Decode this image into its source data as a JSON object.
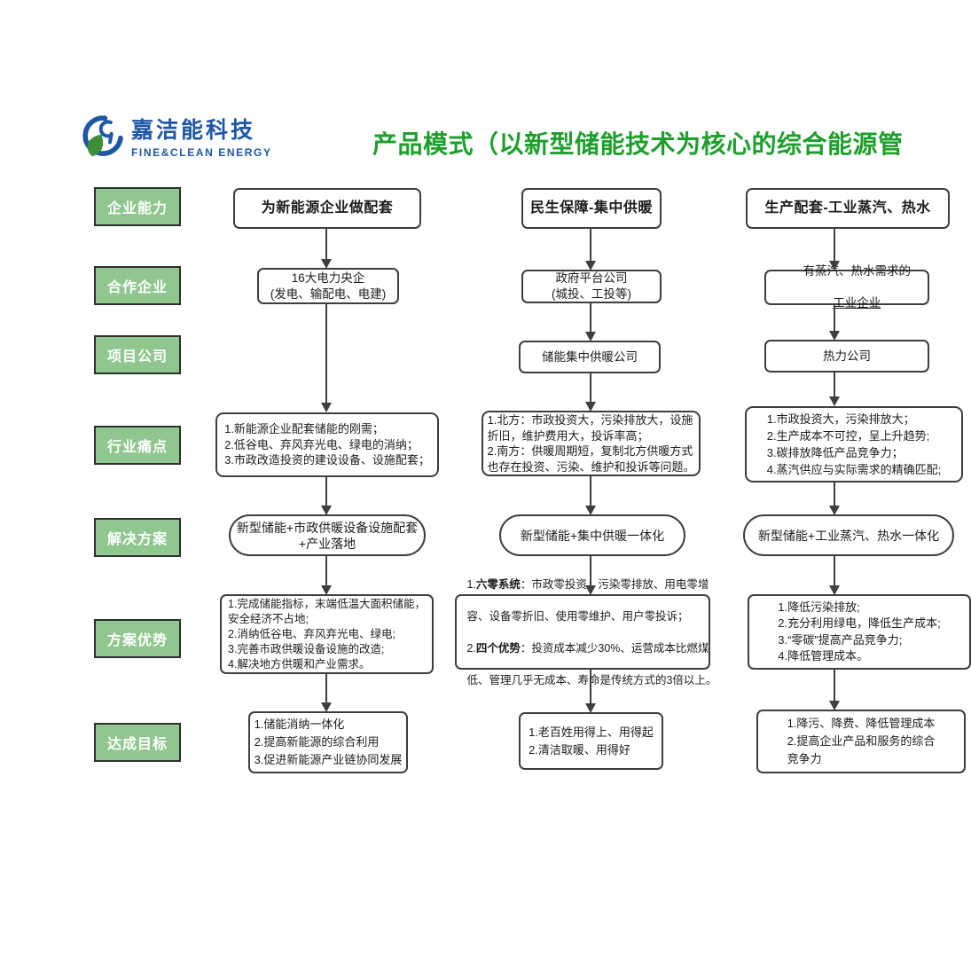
{
  "brand": {
    "name": "嘉洁能科技",
    "tagline": "FINE&CLEAN ENERGY"
  },
  "title": "产品模式（以新型储能技术为核心的综合能源管",
  "colors": {
    "title_green": "#1e9f2d",
    "label_fill": "#90c78e",
    "brand_blue": "#1d57a6",
    "leaf_green": "#3e8f3c",
    "line_dark": "#3f3f3f"
  },
  "row_labels": [
    "企业能力",
    "合作企业",
    "项目公司",
    "行业痛点",
    "解决方案",
    "方案优势",
    "达成目标"
  ],
  "columns": [
    {
      "capability": "为新能源企业做配套",
      "partner": "16大电力央企\n(发电、输配电、电建)",
      "pain": "1.新能源企业配套储能的刚需；\n2.低谷电、弃风弃光电、绿电的消纳；\n3.市政改造投资的建设设备、设施配套；",
      "solution": "新型储能+市政供暖设备设施配套\n+产业落地",
      "advantage": "1.完成储能指标，末端低温大面积储能，\n安全经济不占地;\n2.消纳低谷电、弃风弃光电、绿电;\n3.完善市政供暖设备设施的改造;\n4.解决地方供暖和产业需求。",
      "goal": "1.储能消纳一体化\n2.提高新能源的综合利用\n3.促进新能源产业链协同发展"
    },
    {
      "capability": "民生保障-集中供暖",
      "partner": "政府平台公司\n(城投、工投等)",
      "project": "储能集中供暖公司",
      "pain": "1.北方：市政投资大，污染排放大，设施\n折旧，维护费用大，投诉率高；\n2.南方：供暖周期短，复制北方供暖方式\n也存在投资、污染、维护和投诉等问题。",
      "solution": "新型储能+集中供暖一体化",
      "advantage_rich": {
        "l1_pre": "1.",
        "l1_bold": "六零系统",
        "l1_rest": "：市政零投资、污染零排放、用电零增",
        "l2": "容、设备零折旧、使用零维护、用户零投诉；",
        "l3_pre": "2.",
        "l3_bold": "四个优势",
        "l3_rest": "：投资成本减少30%、运营成本比燃煤",
        "l4": "低、管理几乎无成本、寿命是传统方式的3倍以上。"
      },
      "goal": "1.老百姓用得上、用得起\n2.清洁取暖、用得好"
    },
    {
      "capability": "生产配套-工业蒸汽、热水",
      "partner_line1": "有蒸汽、热水需求的",
      "partner_line2": "工业企业",
      "project": "热力公司",
      "pain": "1.市政投资大，污染排放大；\n2.生产成本不可控，呈上升趋势;\n3.碳排放降低产品竞争力；\n4.蒸汽供应与实际需求的精确匹配;",
      "solution": "新型储能+工业蒸汽、热水一体化",
      "advantage": "1.降低污染排放;\n2.充分利用绿电，降低生产成本;\n3.“零碳”提高产品竞争力;\n4.降低管理成本。",
      "goal": "1.降污、降费、降低管理成本\n2.提高企业产品和服务的综合\n竞争力"
    }
  ]
}
